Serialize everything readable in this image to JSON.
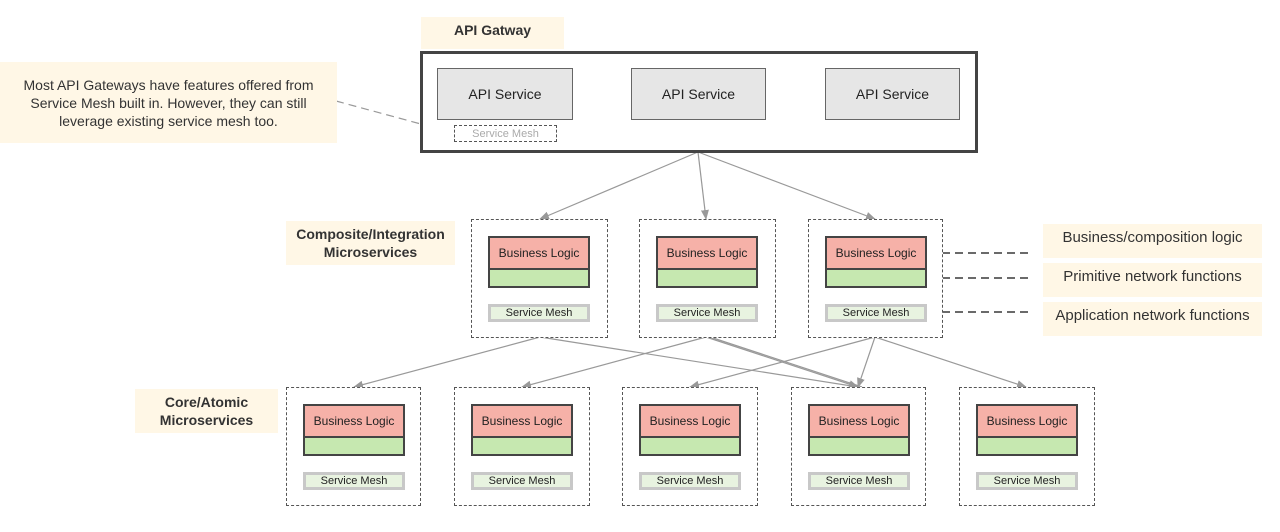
{
  "gateway": {
    "title": "API Gatway",
    "services": [
      "API Service",
      "API Service",
      "API Service"
    ],
    "mesh_label": "Service Mesh"
  },
  "notes": {
    "gateway_note": "Most API Gateways have features offered from Service Mesh built in. However, they can still leverage existing service mesh too."
  },
  "layers": {
    "composite_label": "Composite/Integration Microservices",
    "core_label": "Core/Atomic Microservices"
  },
  "service": {
    "business_logic": "Business Logic",
    "service_mesh": "Service Mesh"
  },
  "legend": {
    "business": "Business/composition logic",
    "primitive": "Primitive network functions",
    "application": "Application network functions"
  },
  "colors": {
    "business_logic": "#f6b1a8",
    "primitive": "#c6e8b0",
    "mesh": "#e8f3e0",
    "note_bg": "#fff7e6"
  }
}
